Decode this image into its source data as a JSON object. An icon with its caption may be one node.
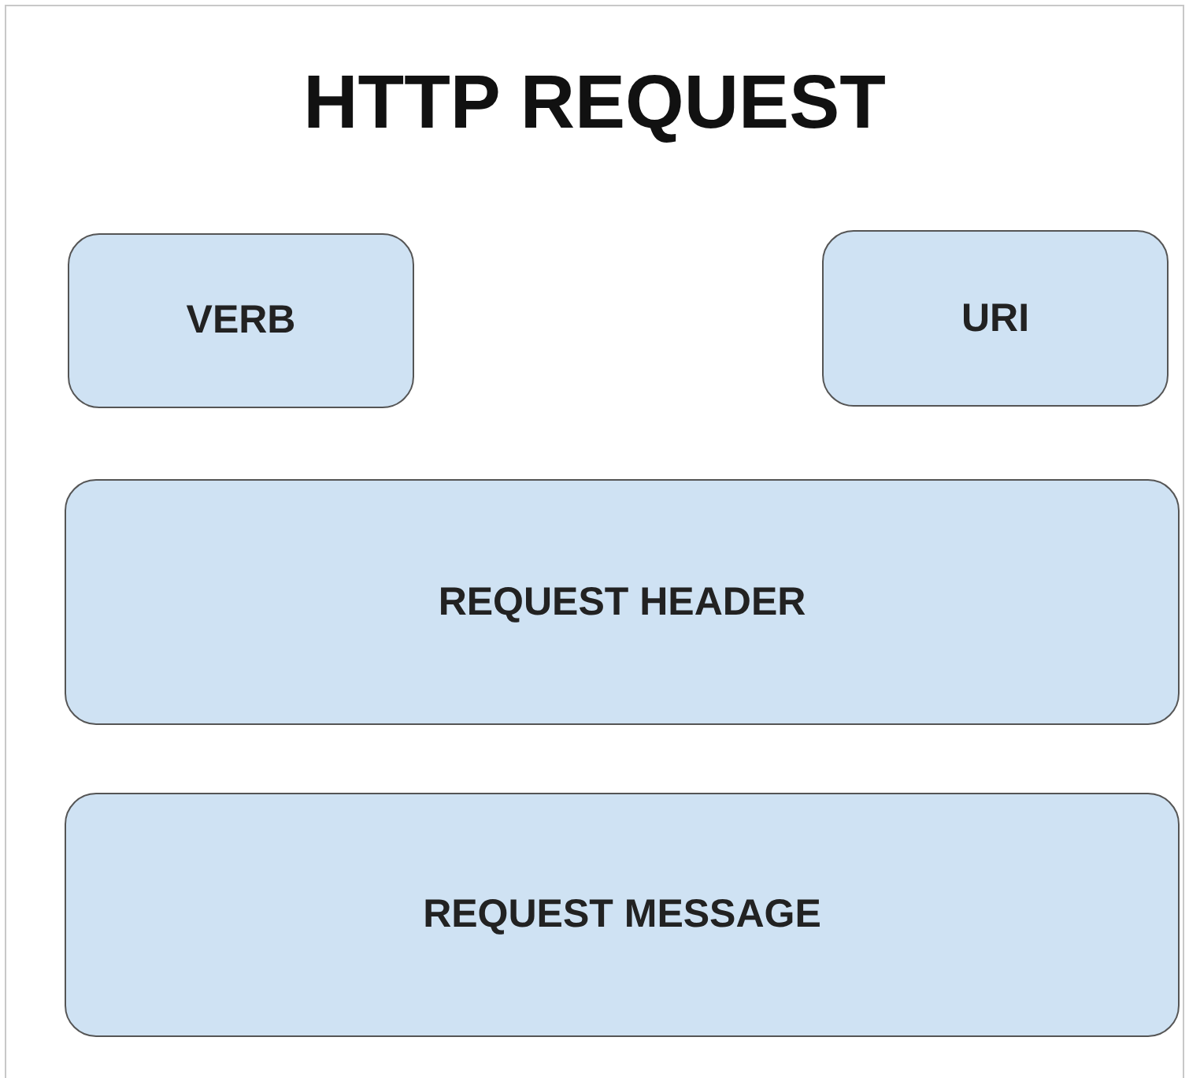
{
  "diagram": {
    "nodes": [
      {
        "text": [
          "HTTP REQUEST"
        ]
      },
      {
        "text": [
          "VERB"
        ],
        "in": 0
      },
      {
        "text": [
          "URI"
        ],
        "in": 0
      },
      {
        "text": [
          "REQUEST HEADER"
        ],
        "in": 0
      },
      {
        "text": [
          "REQUEST MESSAGE"
        ],
        "in": 0
      }
    ]
  }
}
